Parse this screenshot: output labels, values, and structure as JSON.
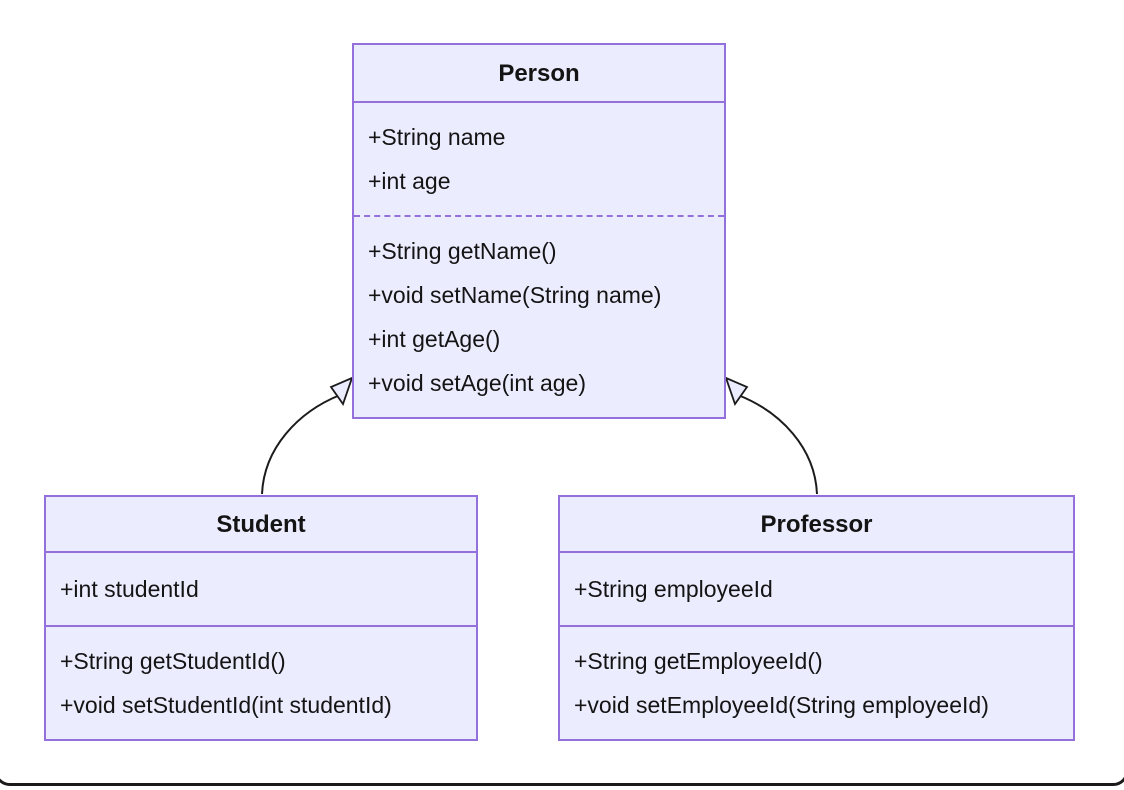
{
  "diagram": {
    "kind": "uml-class-diagram",
    "background": "#ffffff",
    "colors": {
      "node_fill": "#ECECFF",
      "node_border": "#9370DB",
      "text": "#141414",
      "edge_line": "#1b1b1b",
      "arrowhead_fill": "#ECECFF",
      "frame_border": "#1a1a1a"
    },
    "classes": [
      {
        "id": "person",
        "name": "Person",
        "attributes": [
          "+String name",
          "+int age"
        ],
        "methods": [
          "+String getName()",
          "+void setName(String name)",
          "+int getAge()",
          "+void setAge(int age)"
        ]
      },
      {
        "id": "student",
        "name": "Student",
        "attributes": [
          "+int studentId"
        ],
        "methods": [
          "+String getStudentId()",
          "+void setStudentId(int studentId)"
        ]
      },
      {
        "id": "professor",
        "name": "Professor",
        "attributes": [
          "+String employeeId"
        ],
        "methods": [
          "+String getEmployeeId()",
          "+void setEmployeeId(String employeeId)"
        ]
      }
    ],
    "relationships": [
      {
        "from": "Student",
        "to": "Person",
        "type": "inheritance",
        "marker": "hollow-triangle"
      },
      {
        "from": "Professor",
        "to": "Person",
        "type": "inheritance",
        "marker": "hollow-triangle"
      }
    ]
  }
}
